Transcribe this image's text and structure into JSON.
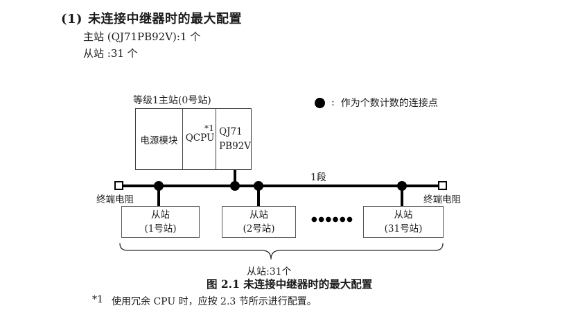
{
  "heading": {
    "number": "(1)",
    "title": "未连接中继器时的最大配置",
    "master_summary": "主站 (QJ71PB92V):1 个",
    "slave_summary": "从站 :31 个"
  },
  "diagram": {
    "master_label": "等级1主站(0号站)",
    "master_cells": {
      "power": "电源模块",
      "cpu": "QCPU",
      "cpu_footnote_ref": "*1",
      "module_line1": "QJ71",
      "module_line2": "PB92V"
    },
    "legend": {
      "colon": ":",
      "label": "作为个数计数的连接点"
    },
    "segment_label": "1段",
    "terminator_left": "终端电阻",
    "terminator_right": "终端电阻",
    "slaves": [
      {
        "line1": "从站",
        "line2": "(1号站)"
      },
      {
        "line1": "从站",
        "line2": "(2号站)"
      },
      {
        "line1": "从站",
        "line2": "(31号站)"
      }
    ],
    "ellipsis": "●●●●●●",
    "brace_label": "从站:31个"
  },
  "caption": "图 2.1 未连接中继器时的最大配置",
  "footnote": {
    "marker": "*1",
    "text": "使用冗余 CPU 时，应按 2.3 节所示进行配置。"
  },
  "colors": {
    "ink": "#1a1a1a",
    "line": "#000000",
    "box_border": "#3f3f3f"
  }
}
